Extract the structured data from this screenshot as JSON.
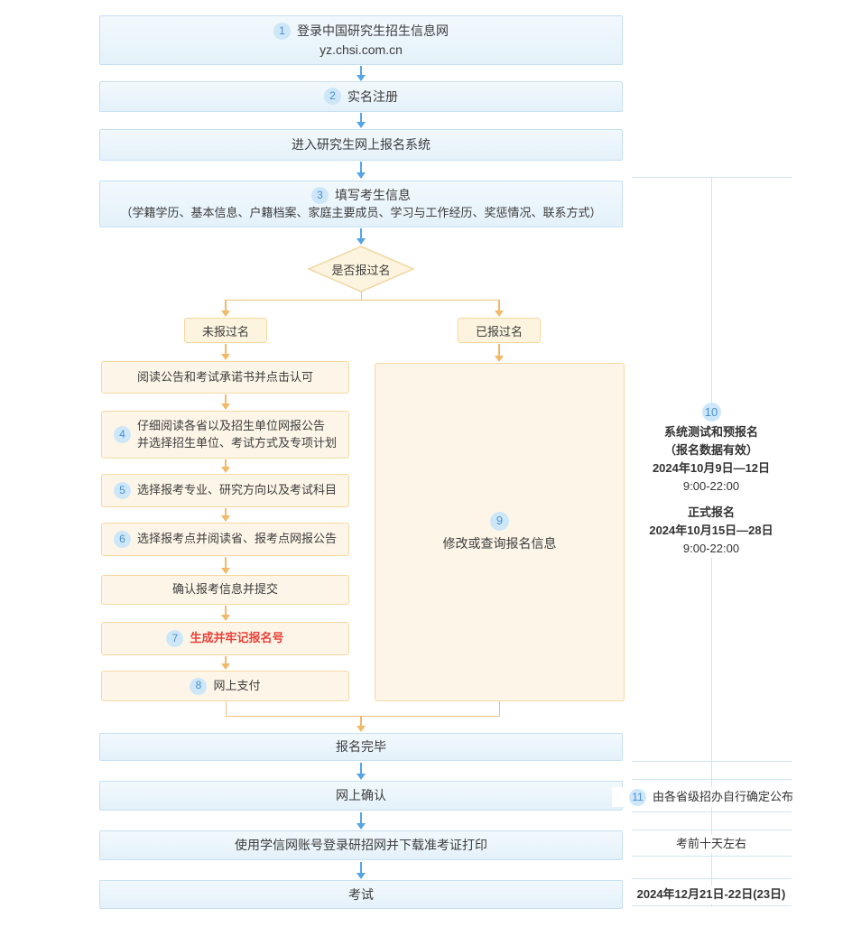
{
  "colors": {
    "blue_box_fill": "#e9f4fb",
    "blue_box_border": "#c6e0f2",
    "orange_box_fill": "#fdf6e8",
    "orange_box_border": "#f5d9a2",
    "arrow_blue": "#55a4e4",
    "arrow_orange": "#f2b968",
    "bracket_orange": "#f0c080",
    "badge_bg": "#cde7f8",
    "badge_text": "#4a90d0",
    "timeline_line": "#cfe6f4",
    "alert_red": "#e8423a",
    "text": "#3c3c3c"
  },
  "flow": {
    "step1": {
      "badge": "1",
      "line1": "登录中国研究生招生信息网",
      "line2": "yz.chsi.com.cn"
    },
    "step2": {
      "badge": "2",
      "label": "实名注册"
    },
    "enter_system": {
      "label": "进入研究生网上报名系统"
    },
    "step3": {
      "badge": "3",
      "line1": "填写考生信息",
      "line2": "（学籍学历、基本信息、户籍档案、家庭主要成员、学习与工作经历、奖惩情况、联系方式）"
    },
    "decision": {
      "label": "是否报过名"
    },
    "branch_no": {
      "label": "未报过名"
    },
    "branch_yes": {
      "label": "已报过名"
    },
    "read_notice": {
      "label": "阅读公告和考试承诺书并点击认可"
    },
    "step4": {
      "badge": "4",
      "line1": "仔细阅读各省以及招生单位网报公告",
      "line2": "并选择招生单位、考试方式及专项计划"
    },
    "step5": {
      "badge": "5",
      "label": "选择报考专业、研究方向以及考试科目"
    },
    "step6": {
      "badge": "6",
      "label": "选择报考点并阅读省、报考点网报公告"
    },
    "confirm_submit": {
      "label": "确认报考信息并提交"
    },
    "step7": {
      "badge": "7",
      "label": "生成并牢记报名号"
    },
    "step8": {
      "badge": "8",
      "label": "网上支付"
    },
    "step9": {
      "badge": "9",
      "label": "修改或查询报名信息"
    },
    "finish": {
      "label": "报名完毕"
    },
    "online_confirm": {
      "label": "网上确认"
    },
    "download_ticket": {
      "label": "使用学信网账号登录研招网并下载准考证打印"
    },
    "exam": {
      "label": "考试"
    }
  },
  "timeline": {
    "step10": {
      "badge": "10",
      "title1": "系统测试和预报名",
      "note": "（报名数据有效）",
      "date1": "2024年10月9日—12日",
      "time1": "9:00-22:00",
      "title2": "正式报名",
      "date2": "2024年10月15日—28日",
      "time2": "9:00-22:00"
    },
    "step11": {
      "badge": "11",
      "label": "由各省级招办自行确定公布"
    },
    "before_exam": {
      "label": "考前十天左右"
    },
    "exam_date": {
      "label": "2024年12月21日-22日(23日)"
    }
  }
}
